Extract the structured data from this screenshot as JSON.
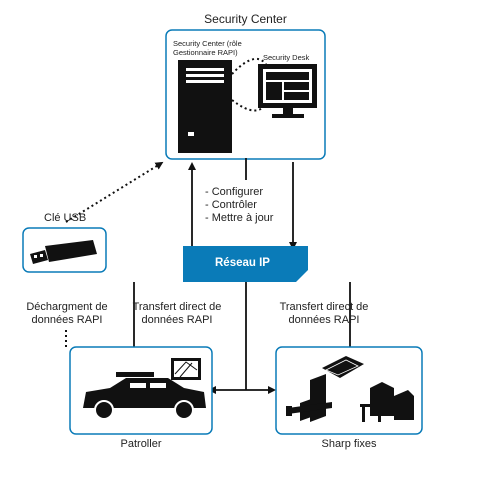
{
  "security_center": {
    "title": "Security Center",
    "server_label_line1": "Security Center (rôle",
    "server_label_line2": "Gestionnaire RAPI)",
    "desk_label": "Security Desk"
  },
  "actions": [
    "- Configurer",
    "- Contrôler",
    "- Mettre à jour"
  ],
  "network": {
    "label": "Réseau IP"
  },
  "usb": {
    "title": "Clé USB",
    "offload_line1": "Déchargment de",
    "offload_line2": "données RAPI"
  },
  "transfer_left": {
    "line1": "Transfert direct de",
    "line2": "données RAPI"
  },
  "transfer_right": {
    "line1": "Transfert direct de",
    "line2": "données RAPI"
  },
  "patroller": {
    "label": "Patroller"
  },
  "sharp": {
    "label": "Sharp fixes"
  },
  "colors": {
    "accent": "#0a7bb8",
    "dark": "#111111"
  }
}
